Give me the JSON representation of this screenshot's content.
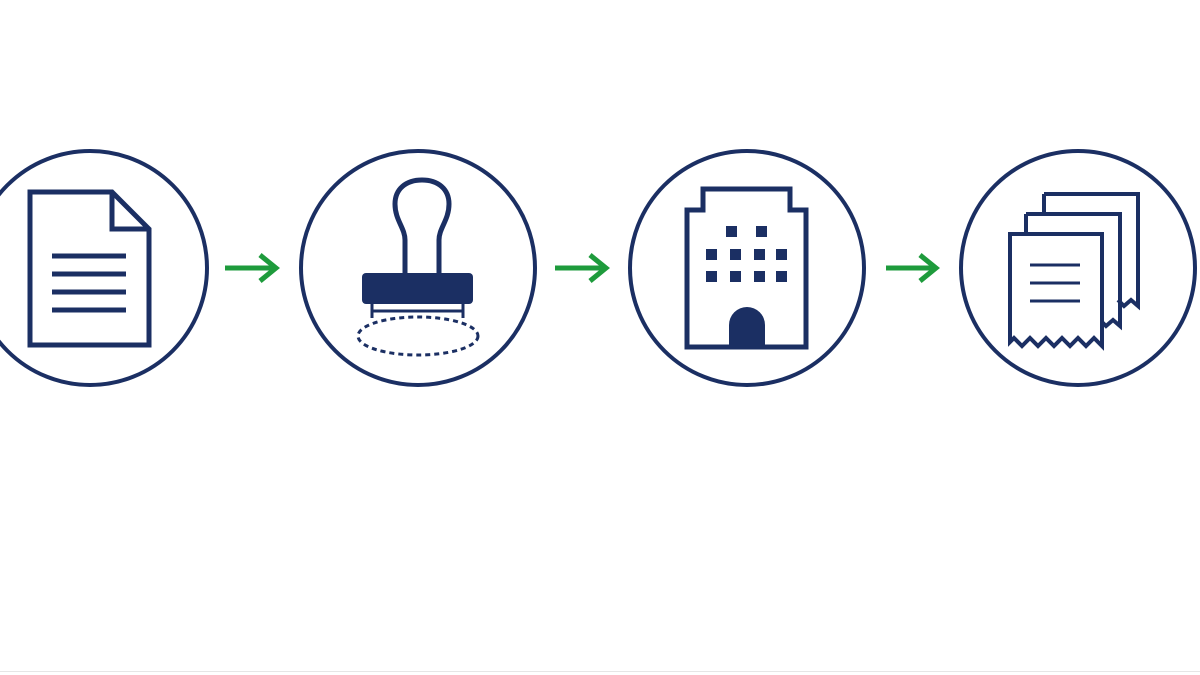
{
  "diagram": {
    "colors": {
      "stroke": "#1b2f63",
      "fill": "#1b2f63",
      "arrow": "#1e9b3c",
      "background": "#ffffff"
    },
    "steps": [
      {
        "icon": "document-icon"
      },
      {
        "icon": "rubber-stamp-icon"
      },
      {
        "icon": "office-building-icon"
      },
      {
        "icon": "receipts-stack-icon"
      }
    ],
    "arrows": [
      {
        "from": 0,
        "to": 1
      },
      {
        "from": 1,
        "to": 2
      },
      {
        "from": 2,
        "to": 3
      }
    ]
  }
}
